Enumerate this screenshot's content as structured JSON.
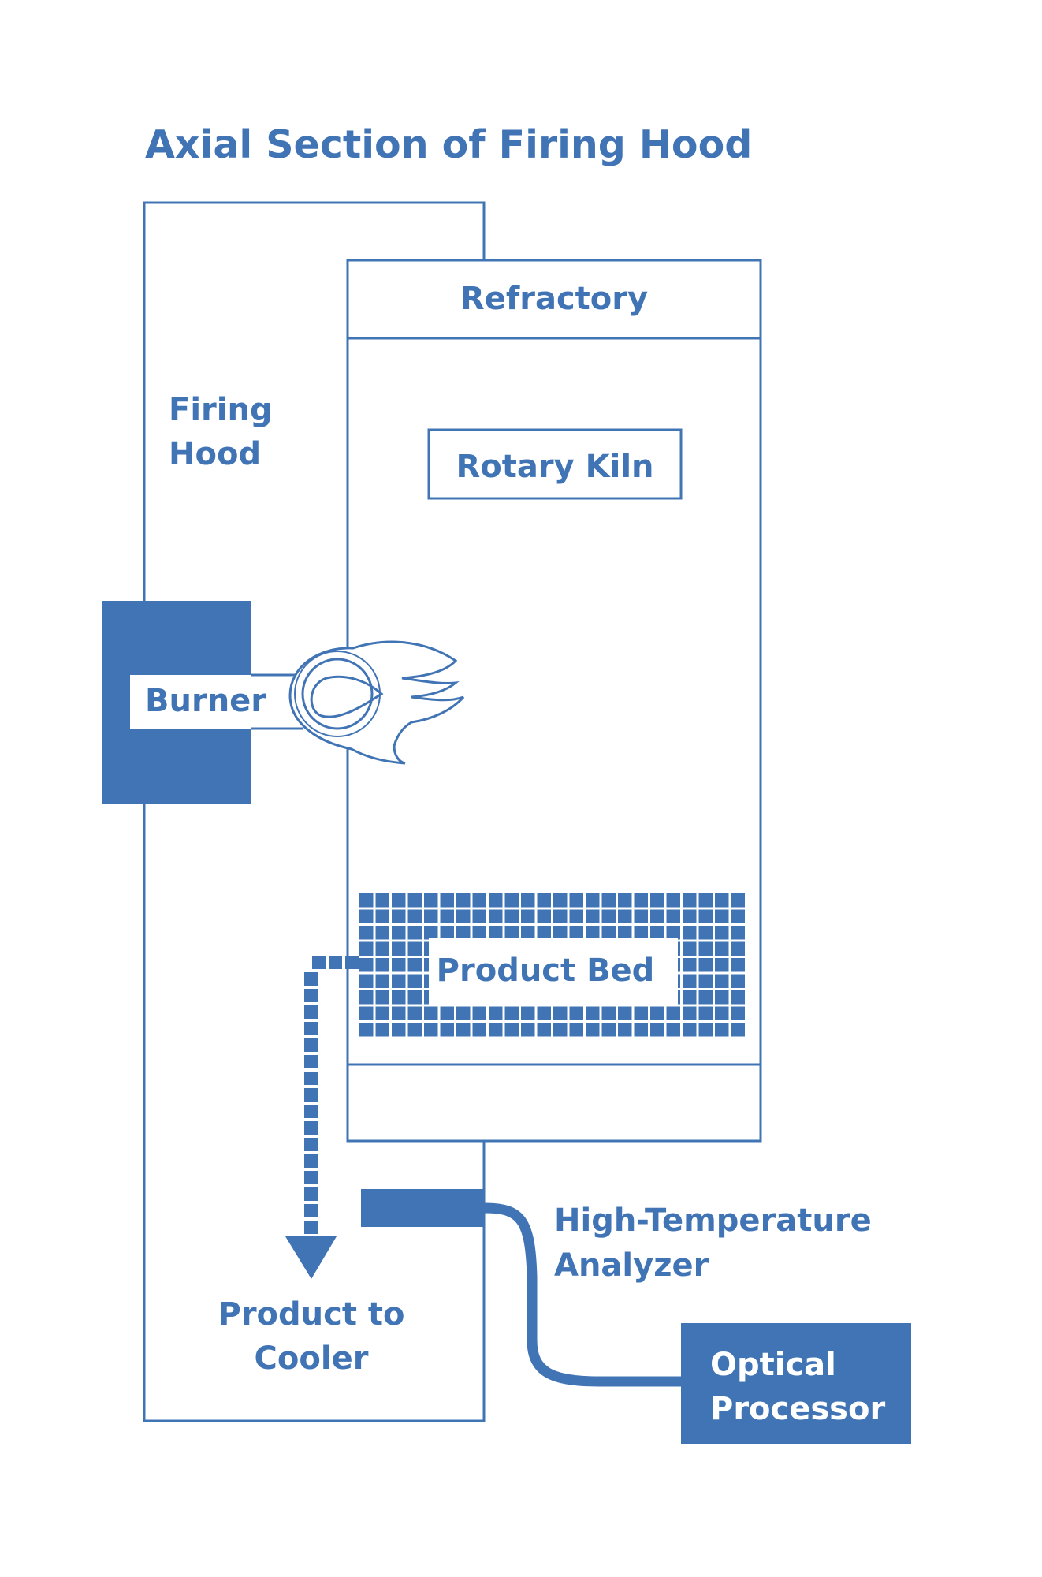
{
  "title": "Axial Section of Firing Hood",
  "labels": {
    "refractory": "Refractory",
    "firing_hood_line1": "Firing",
    "firing_hood_line2": "Hood",
    "rotary_kiln": "Rotary Kiln",
    "burner": "Burner",
    "product_bed": "Product Bed",
    "analyzer_line1": "High-Temperature",
    "analyzer_line2": "Analyzer",
    "product_to_cooler_line1": "Product to",
    "product_to_cooler_line2": "Cooler",
    "optical_processor_line1": "Optical",
    "optical_processor_line2": "Processor"
  },
  "colors": {
    "primary": "#4174b5",
    "background": "#ffffff"
  },
  "icons": [
    "flame-icon",
    "down-arrow-icon"
  ]
}
